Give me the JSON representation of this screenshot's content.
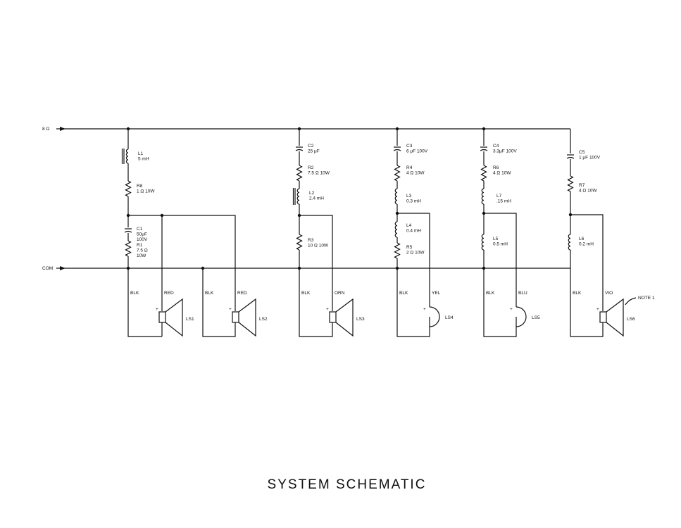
{
  "title": "SYSTEM SCHEMATIC",
  "inputs": {
    "top": "8 Ω",
    "bottom": "COM"
  },
  "components": {
    "L1": [
      "L1",
      "5 mH"
    ],
    "R8": [
      "R8",
      "1 Ω 10W"
    ],
    "C1": [
      "C1",
      "50μF",
      "100V"
    ],
    "R1": [
      "R1",
      "7.5 Ω",
      "10W"
    ],
    "C2": [
      "C2",
      "25 μF"
    ],
    "R2": [
      "R2",
      "7.5 Ω 10W"
    ],
    "L2": [
      "L2",
      "2.4 mH"
    ],
    "R3": [
      "R3",
      "10 Ω 10W"
    ],
    "C3": [
      "C3",
      "6 μF 100V"
    ],
    "R4": [
      "R4",
      "4 Ω 10W"
    ],
    "L3": [
      "L3",
      "0.3 mH"
    ],
    "L4": [
      "L4",
      "0.4 mH"
    ],
    "R5": [
      "R5",
      "2 Ω 10W"
    ],
    "C4": [
      "C4",
      "3.3μF 100V"
    ],
    "R6": [
      "R6",
      "4 Ω 10W"
    ],
    "L7": [
      "L7",
      ".15 mH"
    ],
    "L5": [
      "L5",
      "0.5 mH"
    ],
    "C5": [
      "C5",
      "1 μF 100V"
    ],
    "R7": [
      "R7",
      "4 Ω 10W"
    ],
    "L6": [
      "L6",
      "0.2 mH"
    ]
  },
  "speakers": [
    {
      "id": "LS1",
      "neg": "BLK",
      "pos": "RED",
      "plus": "+"
    },
    {
      "id": "LS2",
      "neg": "BLK",
      "pos": "RED",
      "plus": "+"
    },
    {
      "id": "LS3",
      "neg": "BLK",
      "pos": "ORN",
      "plus": "+"
    },
    {
      "id": "LS4",
      "neg": "BLK",
      "pos": "YEL",
      "plus": "+"
    },
    {
      "id": "LS5",
      "neg": "BLK",
      "pos": "BLU",
      "plus": "+"
    },
    {
      "id": "LS6",
      "neg": "BLK",
      "pos": "VIO",
      "plus": "+"
    }
  ],
  "note": "NOTE 1"
}
